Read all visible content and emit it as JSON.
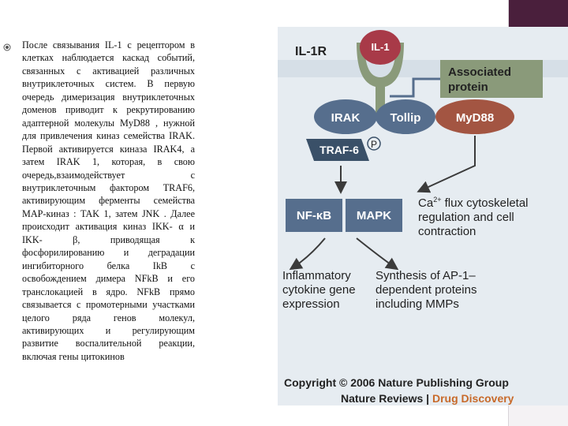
{
  "slide": {
    "paragraph": "После связывания IL-1 с рецептором в клетках наблюдается каскад событий, связанных с активацией различных внутриклеточных систем. В первую очередь димеризация внутриклеточных доменов приводит к рекрутированию адаптерной молекулы MyD88 , нужной для привлечения киназ семейства IRAK. Первой активируется киназа IRAK4, а затем IRAK 1, которая, в свою очередь,взаимодействует с внутриклеточным фактором TRAF6, активирующим ферменты семейства MAP-киназ : TAK 1, затем JNK . Далее происходит активация киназ IKK- α и IKK- β, приводящая к фосфорилированию и деградации ингибиторного белка IkB с освобождением димера NFkB и его транслокацией в ядро. NFkB прямо связывается с промотерными участками целого ряда генов молекул, активирующих и регулирующим развитие воспалительной реакции, включая гены цитокинов"
  },
  "diagram": {
    "receptor_label": "IL-1R",
    "ligand_label": "IL-1",
    "associated_protein": [
      "Associated",
      "protein"
    ],
    "irak": "IRAK",
    "tollip": "Tollip",
    "myd88": "MyD88",
    "phospho": "P",
    "traf6": "TRAF-6",
    "nfkb": "NF-κB",
    "mapk": "MAPK",
    "calcium_line1_pre": "Ca",
    "calcium_sup": "2+",
    "calcium_line1_post": " flux cytoskeletal",
    "calcium_line2": "regulation and cell",
    "calcium_line3": "contraction",
    "inflammatory": [
      "Inflammatory",
      "cytokine gene",
      "expression"
    ],
    "synthesis": [
      "Synthesis of AP-1–",
      "dependent proteins",
      "including MMPs"
    ],
    "copyright": "Copyright © 2006 Nature Publishing Group",
    "journal_a": "Nature Reviews",
    "journal_sep": " | ",
    "journal_b": "Drug Discovery"
  },
  "colors": {
    "accent": "#4a1f3c",
    "receptor": "#8a9a7a",
    "ligand": "#a83a48",
    "node_blue": "#566e8d",
    "node_dark": "#3a5068",
    "myd88": "#a35542",
    "figure_bg": "#e6ecf1",
    "drug_discovery": "#c86a2a"
  }
}
